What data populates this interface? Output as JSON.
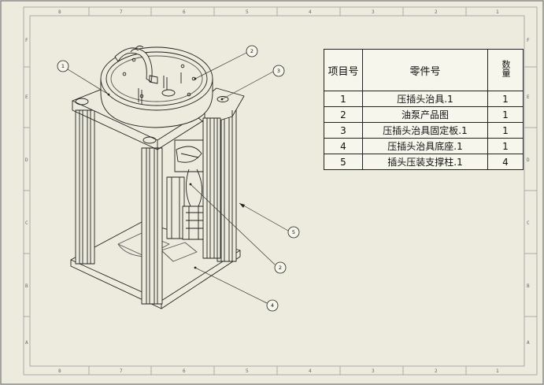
{
  "sheet": {
    "zones_top": [
      "8",
      "7",
      "6",
      "5",
      "4",
      "3",
      "2",
      "1"
    ],
    "zones_bottom": [
      "8",
      "7",
      "6",
      "5",
      "4",
      "3",
      "2",
      "1"
    ],
    "zones_left": [
      "F",
      "E",
      "D",
      "C",
      "B",
      "A"
    ],
    "zones_right": [
      "F",
      "E",
      "D",
      "C",
      "B",
      "A"
    ]
  },
  "balloons": [
    {
      "label": "1"
    },
    {
      "label": "2"
    },
    {
      "label": "3"
    },
    {
      "label": "5"
    },
    {
      "label": "2"
    },
    {
      "label": "4"
    }
  ],
  "bom": {
    "headers": {
      "item_no": "项目号",
      "part_no": "零件号",
      "qty": "数量"
    },
    "rows": [
      {
        "item": "1",
        "part": "压插头治具.1",
        "qty": "1"
      },
      {
        "item": "2",
        "part": "油泵产品图",
        "qty": "1"
      },
      {
        "item": "3",
        "part": "压插头治具固定板.1",
        "qty": "1"
      },
      {
        "item": "4",
        "part": "压插头治具底座.1",
        "qty": "1"
      },
      {
        "item": "5",
        "part": "插头压装支撑柱.1",
        "qty": "4"
      }
    ]
  },
  "colors": {
    "background": "#ecebdd",
    "line": "#222222",
    "border": "#888888"
  }
}
